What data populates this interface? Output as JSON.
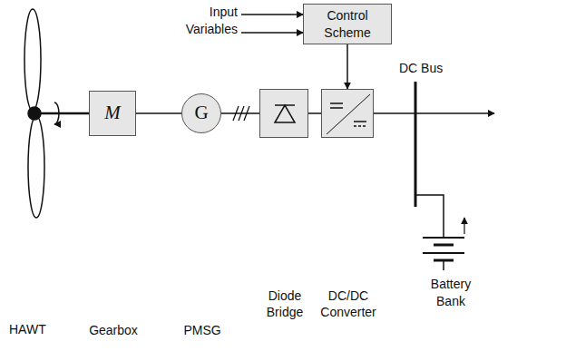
{
  "diagram": {
    "nodes": [
      {
        "text": [
          "M",
          "Gearbox"
        ]
      },
      {
        "text": [
          "G",
          "PMSG"
        ]
      },
      {
        "text": [
          "Diode Bridge"
        ]
      },
      {
        "text": [
          "DC/DC Converter"
        ]
      },
      {
        "text": [
          "Control Scheme"
        ]
      }
    ],
    "edges": [
      {
        "from": 0,
        "to": 1,
        "arrow": "none"
      },
      {
        "from": 1,
        "to": 2,
        "arrow": "none"
      },
      {
        "from": 2,
        "to": 3,
        "arrow": "none"
      },
      {
        "from": 4,
        "to": 3,
        "arrow": "to"
      }
    ],
    "labels": [
      "HAWT",
      "Input Variables",
      "DC Bus",
      "Battery Bank"
    ]
  }
}
